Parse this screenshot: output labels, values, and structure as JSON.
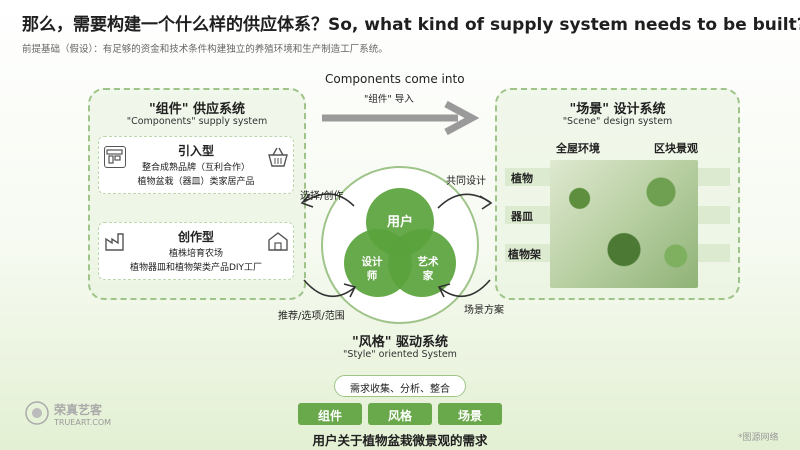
{
  "header": {
    "title": "那么，需要构建一个什么样的供应体系？So, what kind of supply system needs to be built?",
    "subtitle": "前提基础（假设）：有足够的资金和技术条件构建独立的养殖环境和生产制造工厂系统。"
  },
  "flow": {
    "top_en": "Components come into",
    "top_cn": "\"组件\" 导入"
  },
  "left_panel": {
    "title": "\"组件\" 供应系统",
    "subtitle": "\"Components\"  supply system",
    "cards": [
      {
        "title": "引入型",
        "lines": [
          "整合成熟品牌（互利合作）",
          "植物盆栽（器皿）类家居产品"
        ]
      },
      {
        "title": "创作型",
        "lines": [
          "植株培育农场",
          "植物器皿和植物架类产品DIY工厂"
        ]
      }
    ],
    "icons": [
      "store-icon",
      "basket-icon",
      "factory-icon",
      "barn-icon"
    ]
  },
  "right_panel": {
    "title": "\"场景\" 设计系统",
    "subtitle": "\"Scene\"  design system",
    "columns": [
      "全屋环境",
      "区块景观"
    ],
    "rows": [
      "植物",
      "器皿",
      "植物架"
    ]
  },
  "center": {
    "circles": [
      "用户",
      "设计师",
      "艺术家"
    ],
    "designer_lines": [
      "设计",
      "师"
    ],
    "artist_lines": [
      "艺术",
      "家"
    ],
    "arrow_labels": {
      "top_left": "选择/创作",
      "top_right": "共同设计",
      "bottom_left": "推荐/选项/范围",
      "bottom_right": "场景方案"
    },
    "system_title": "\"风格\" 驱动系统",
    "system_subtitle": "\"Style\" oriented System"
  },
  "bottom": {
    "pill": "需求收集、分析、整合",
    "tags": [
      "组件",
      "风格",
      "场景"
    ],
    "caption": "用户关于植物盆栽微景观的需求"
  },
  "watermarks": {
    "left_brand": "荣真艺客",
    "left_url": "TRUEART.COM",
    "right": "*图源网络"
  },
  "colors": {
    "accent": "#6aa94b",
    "venn_fill": "#5aa33c",
    "panel_border": "#9fc48a",
    "arrow": "#9a9a9a"
  }
}
